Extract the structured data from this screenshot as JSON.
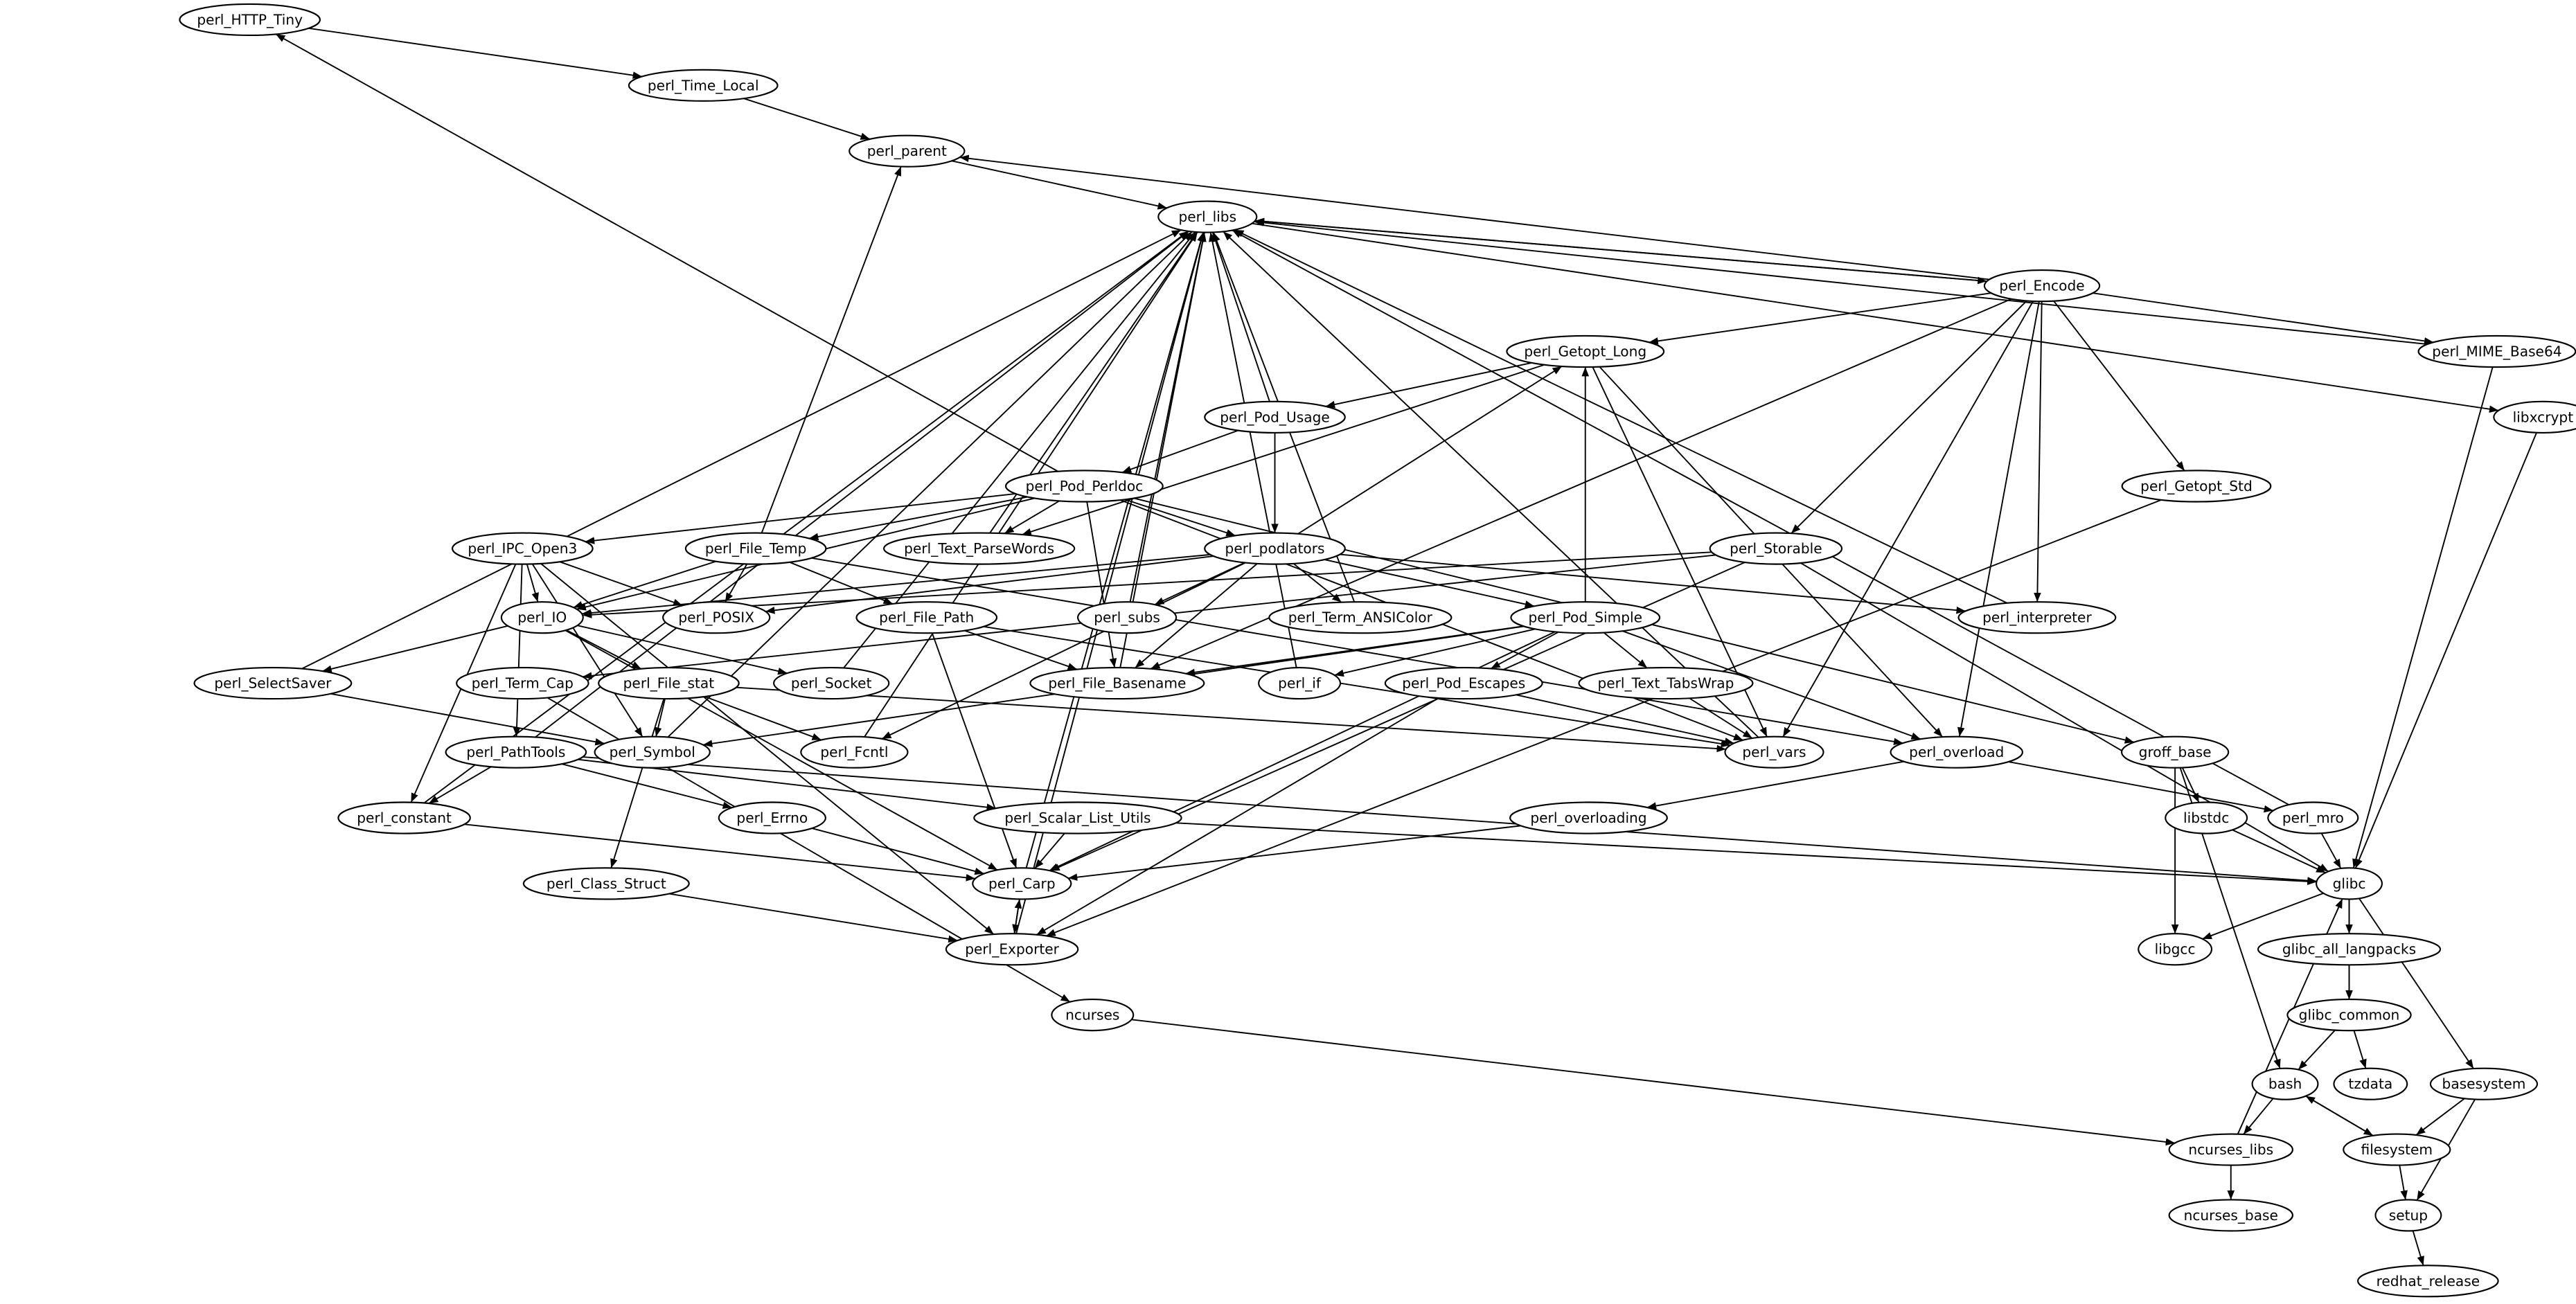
{
  "diagram": {
    "type": "dependency-graph",
    "nodes": [
      "perl_HTTP_Tiny",
      "perl_Time_Local",
      "perl_parent",
      "perl_libs",
      "perl_Encode",
      "perl_Getopt_Long",
      "perl_MIME_Base64",
      "perl_Pod_Usage",
      "libxcrypt",
      "perl_Pod_Perldoc",
      "perl_Getopt_Std",
      "perl_IPC_Open3",
      "perl_File_Temp",
      "perl_podlators",
      "perl_Text_ParseWords",
      "perl_Storable",
      "perl_IO",
      "perl_POSIX",
      "perl_File_Path",
      "perl_subs",
      "perl_Term_ANSIColor",
      "perl_Pod_Simple",
      "perl_interpreter",
      "perl_SelectSaver",
      "perl_Term_Cap",
      "perl_File_stat",
      "perl_Socket",
      "perl_File_Basename",
      "perl_if",
      "perl_Pod_Escapes",
      "perl_Text_TabsWrap",
      "groff_base",
      "perl_Symbol",
      "perl_Fcntl",
      "perl_vars",
      "perl_overload",
      "perl_PathTools",
      "perl_constant",
      "perl_Errno",
      "perl_Scalar_List_Utils",
      "perl_overloading",
      "libstdc",
      "perl_mro",
      "perl_Class_Struct",
      "perl_Carp",
      "glibc",
      "perl_Exporter",
      "libgcc",
      "glibc_all_langpacks",
      "ncurses",
      "glibc_common",
      "tzdata",
      "bash",
      "basesystem",
      "ncurses_libs",
      "filesystem",
      "ncurses_base",
      "setup",
      "redhat_release"
    ],
    "edges": [
      [
        "perl_HTTP_Tiny",
        "perl_Time_Local"
      ],
      [
        "perl_Time_Local",
        "perl_parent"
      ],
      [
        "perl_parent",
        "perl_libs"
      ],
      [
        "perl_Pod_Perldoc",
        "perl_HTTP_Tiny"
      ],
      [
        "perl_Encode",
        "perl_parent"
      ],
      [
        "perl_Encode",
        "perl_libs"
      ],
      [
        "perl_libs",
        "perl_Encode"
      ],
      [
        "perl_libs",
        "libxcrypt"
      ],
      [
        "perl_MIME_Base64",
        "perl_libs"
      ],
      [
        "perl_Encode",
        "perl_MIME_Base64"
      ],
      [
        "perl_Encode",
        "perl_Getopt_Long"
      ],
      [
        "perl_Encode",
        "perl_Storable"
      ],
      [
        "perl_Encode",
        "perl_Getopt_Std"
      ],
      [
        "perl_Encode",
        "perl_interpreter"
      ],
      [
        "perl_Encode",
        "perl_vars"
      ],
      [
        "perl_Encode",
        "perl_overload"
      ],
      [
        "perl_Encode",
        "perl_File_Basename"
      ],
      [
        "perl_Getopt_Long",
        "perl_Pod_Usage"
      ],
      [
        "perl_Getopt_Long",
        "perl_Text_ParseWords"
      ],
      [
        "perl_Getopt_Long",
        "perl_vars"
      ],
      [
        "perl_Getopt_Long",
        "perl_overload"
      ],
      [
        "perl_Pod_Usage",
        "perl_libs"
      ],
      [
        "perl_Pod_Usage",
        "perl_Pod_Perldoc"
      ],
      [
        "perl_Pod_Usage",
        "perl_podlators"
      ],
      [
        "perl_Pod_Perldoc",
        "perl_IPC_Open3"
      ],
      [
        "perl_Pod_Perldoc",
        "perl_File_Temp"
      ],
      [
        "perl_Pod_Perldoc",
        "perl_Text_ParseWords"
      ],
      [
        "perl_Pod_Perldoc",
        "perl_podlators"
      ],
      [
        "perl_Pod_Perldoc",
        "perl_IO"
      ],
      [
        "perl_Pod_Perldoc",
        "perl_File_Basename"
      ],
      [
        "perl_Pod_Perldoc",
        "perl_vars"
      ],
      [
        "perl_Pod_Perldoc",
        "groff_base"
      ],
      [
        "perl_podlators",
        "perl_Getopt_Long"
      ],
      [
        "perl_podlators",
        "perl_IO"
      ],
      [
        "perl_podlators",
        "perl_subs"
      ],
      [
        "perl_podlators",
        "perl_Term_ANSIColor"
      ],
      [
        "perl_podlators",
        "perl_Pod_Simple"
      ],
      [
        "perl_podlators",
        "perl_File_Basename"
      ],
      [
        "perl_podlators",
        "perl_interpreter"
      ],
      [
        "perl_podlators",
        "perl_Fcntl"
      ],
      [
        "perl_podlators",
        "perl_POSIX"
      ],
      [
        "perl_Pod_Simple",
        "perl_Getopt_Long"
      ],
      [
        "perl_Pod_Simple",
        "perl_File_Basename"
      ],
      [
        "perl_Pod_Simple",
        "perl_if"
      ],
      [
        "perl_Pod_Simple",
        "perl_Pod_Escapes"
      ],
      [
        "perl_Pod_Simple",
        "perl_Text_TabsWrap"
      ],
      [
        "perl_Pod_Simple",
        "perl_overload"
      ],
      [
        "perl_Pod_Simple",
        "perl_Carp"
      ],
      [
        "perl_Pod_Simple",
        "perl_Symbol"
      ],
      [
        "perl_Storable",
        "perl_IO"
      ],
      [
        "perl_Storable",
        "perl_Term_Cap"
      ],
      [
        "perl_Storable",
        "perl_Carp"
      ],
      [
        "perl_Storable",
        "glibc"
      ],
      [
        "perl_IPC_Open3",
        "perl_IO"
      ],
      [
        "perl_IPC_Open3",
        "perl_POSIX"
      ],
      [
        "perl_IPC_Open3",
        "perl_Symbol"
      ],
      [
        "perl_IPC_Open3",
        "perl_constant"
      ],
      [
        "perl_IPC_Open3",
        "perl_Exporter"
      ],
      [
        "perl_IPC_Open3",
        "perl_PathTools"
      ],
      [
        "perl_File_Temp",
        "perl_IO"
      ],
      [
        "perl_File_Temp",
        "perl_POSIX"
      ],
      [
        "perl_File_Temp",
        "perl_File_Path"
      ],
      [
        "perl_File_Temp",
        "perl_parent"
      ],
      [
        "perl_File_Temp",
        "perl_overload"
      ],
      [
        "perl_IO",
        "perl_SelectSaver"
      ],
      [
        "perl_IO",
        "perl_File_stat"
      ],
      [
        "perl_IO",
        "perl_Socket"
      ],
      [
        "perl_IO",
        "perl_Carp"
      ],
      [
        "perl_File_Path",
        "perl_File_Basename"
      ],
      [
        "perl_File_Path",
        "perl_Carp"
      ],
      [
        "perl_File_Path",
        "perl_vars"
      ],
      [
        "perl_File_stat",
        "perl_Symbol"
      ],
      [
        "perl_File_stat",
        "perl_Fcntl"
      ],
      [
        "perl_File_stat",
        "perl_vars"
      ],
      [
        "perl_File_stat",
        "perl_Class_Struct"
      ],
      [
        "perl_SelectSaver",
        "perl_libs"
      ],
      [
        "perl_SelectSaver",
        "perl_Symbol"
      ],
      [
        "perl_Term_Cap",
        "ncurses"
      ],
      [
        "perl_PathTools",
        "perl_constant"
      ],
      [
        "perl_PathTools",
        "perl_Errno"
      ],
      [
        "perl_PathTools",
        "perl_Scalar_List_Utils"
      ],
      [
        "perl_PathTools",
        "glibc"
      ],
      [
        "perl_PathTools",
        "perl_libs"
      ],
      [
        "perl_constant",
        "perl_Carp"
      ],
      [
        "perl_Errno",
        "perl_Carp"
      ],
      [
        "perl_Scalar_List_Utils",
        "perl_Carp"
      ],
      [
        "perl_Scalar_List_Utils",
        "glibc"
      ],
      [
        "perl_overloading",
        "perl_Carp"
      ],
      [
        "perl_overload",
        "perl_overloading"
      ],
      [
        "perl_overload",
        "perl_mro"
      ],
      [
        "perl_Class_Struct",
        "perl_Exporter"
      ],
      [
        "perl_Carp",
        "perl_Exporter"
      ],
      [
        "perl_Exporter",
        "perl_Carp"
      ],
      [
        "perl_Getopt_Std",
        "perl_Exporter"
      ],
      [
        "perl_Pod_Escapes",
        "perl_vars"
      ],
      [
        "perl_Pod_Escapes",
        "perl_Exporter"
      ],
      [
        "perl_Text_TabsWrap",
        "perl_vars"
      ],
      [
        "perl_vars",
        "perl_libs"
      ],
      [
        "perl_Carp",
        "perl_libs"
      ],
      [
        "perl_constant",
        "perl_libs"
      ],
      [
        "perl_Term_ANSIColor",
        "perl_libs"
      ],
      [
        "perl_Text_ParseWords",
        "perl_libs"
      ],
      [
        "perl_subs",
        "perl_libs"
      ],
      [
        "perl_File_Basename",
        "perl_libs"
      ],
      [
        "perl_if",
        "perl_libs"
      ],
      [
        "perl_Socket",
        "perl_libs"
      ],
      [
        "perl_Fcntl",
        "perl_libs"
      ],
      [
        "perl_Symbol",
        "perl_libs"
      ],
      [
        "perl_interpreter",
        "perl_libs"
      ],
      [
        "perl_mro",
        "perl_libs"
      ],
      [
        "perl_Exporter",
        "perl_libs"
      ],
      [
        "groff_base",
        "libstdc"
      ],
      [
        "groff_base",
        "libgcc"
      ],
      [
        "groff_base",
        "bash"
      ],
      [
        "libstdc",
        "glibc"
      ],
      [
        "perl_mro",
        "glibc"
      ],
      [
        "libxcrypt",
        "glibc"
      ],
      [
        "perl_MIME_Base64",
        "glibc"
      ],
      [
        "glibc",
        "libgcc"
      ],
      [
        "glibc",
        "glibc_all_langpacks"
      ],
      [
        "glibc",
        "glibc_common"
      ],
      [
        "glibc",
        "basesystem"
      ],
      [
        "glibc_all_langpacks",
        "glibc_common"
      ],
      [
        "glibc_common",
        "bash"
      ],
      [
        "glibc_common",
        "tzdata"
      ],
      [
        "bash",
        "ncurses_libs"
      ],
      [
        "bash",
        "filesystem"
      ],
      [
        "filesystem",
        "bash"
      ],
      [
        "ncurses",
        "ncurses_libs"
      ],
      [
        "ncurses_libs",
        "glibc"
      ],
      [
        "ncurses_libs",
        "ncurses_base"
      ],
      [
        "basesystem",
        "filesystem"
      ],
      [
        "basesystem",
        "setup"
      ],
      [
        "filesystem",
        "setup"
      ],
      [
        "setup",
        "redhat_release"
      ]
    ]
  }
}
